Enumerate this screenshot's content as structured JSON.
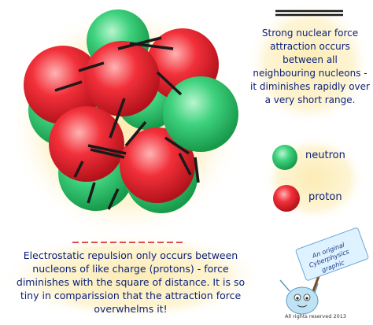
{
  "strong_force_text": "Strong nuclear force attraction occurs between all neighbouring nucleons - it diminishes rapidly over a very short range.",
  "legend": {
    "neutron_label": "neutron",
    "proton_label": "proton"
  },
  "repulsion_text": "Electrostatic repulsion only occurs between nucleons of like charge (protons) - force diminishes with the square of distance. It is so tiny in comparission  that the attraction force overwhelms it!",
  "badge": {
    "line1": "An original",
    "line2": "Cyberphysics",
    "line3": "graphic"
  },
  "rights_text": "All rights reserved 2013",
  "colors": {
    "neutron": "#2ec46a",
    "proton": "#e8202a",
    "text": "#0a1f7a",
    "glow": "#fcecb4"
  }
}
